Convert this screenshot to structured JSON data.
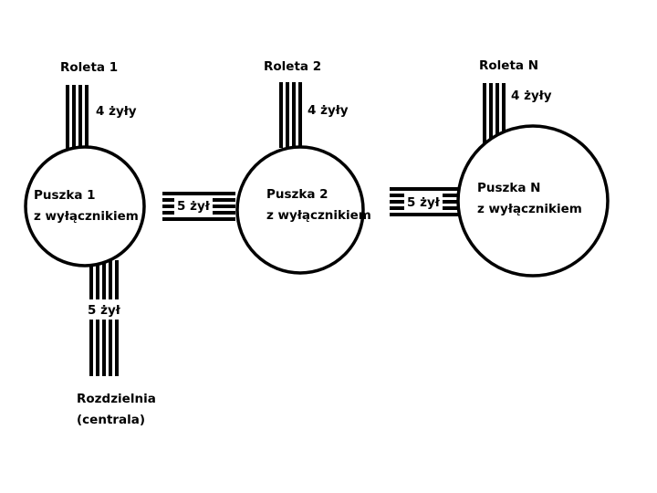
{
  "boxes": [
    {
      "line1": "Puszka 1",
      "line2": "z wyłącznikiem"
    },
    {
      "line1": "Puszka 2",
      "line2": "z wyłącznikiem"
    },
    {
      "line1": "Puszka N",
      "line2": "z wyłącznikiem"
    }
  ],
  "rollers": [
    {
      "label": "Roleta 1",
      "wires": "4 żyły"
    },
    {
      "label": "Roleta 2",
      "wires": "4 żyły"
    },
    {
      "label": "Roleta N",
      "wires": "4 żyły"
    }
  ],
  "links": [
    {
      "wires": "5 żył"
    },
    {
      "wires": "5 żył"
    }
  ],
  "feed": {
    "wires": "5 żył",
    "label_line1": "Rozdzielnia",
    "label_line2": "(centrala)"
  }
}
